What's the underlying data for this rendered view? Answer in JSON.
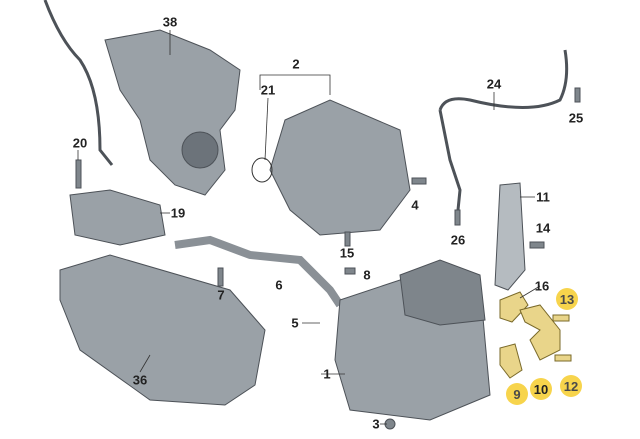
{
  "colors": {
    "highlight": "#f7d44c",
    "highlight_text": "#4a4a4a",
    "part": "#8c9399",
    "part_dark": "#5b6168",
    "gasket": "#e9d58a"
  },
  "labels": {
    "p38": "38",
    "p2": "2",
    "p21": "21",
    "p24": "24",
    "p25": "25",
    "p20": "20",
    "p19": "19",
    "p11": "11",
    "p4": "4",
    "p26": "26",
    "p14": "14",
    "p15": "15",
    "p8": "8",
    "p7": "7",
    "p6": "6",
    "p16": "16",
    "p5": "5",
    "p1": "1",
    "p36": "36",
    "p3": "3"
  },
  "highlighted_labels": {
    "p13": "13",
    "p9": "9",
    "p10": "10",
    "p12": "12"
  }
}
